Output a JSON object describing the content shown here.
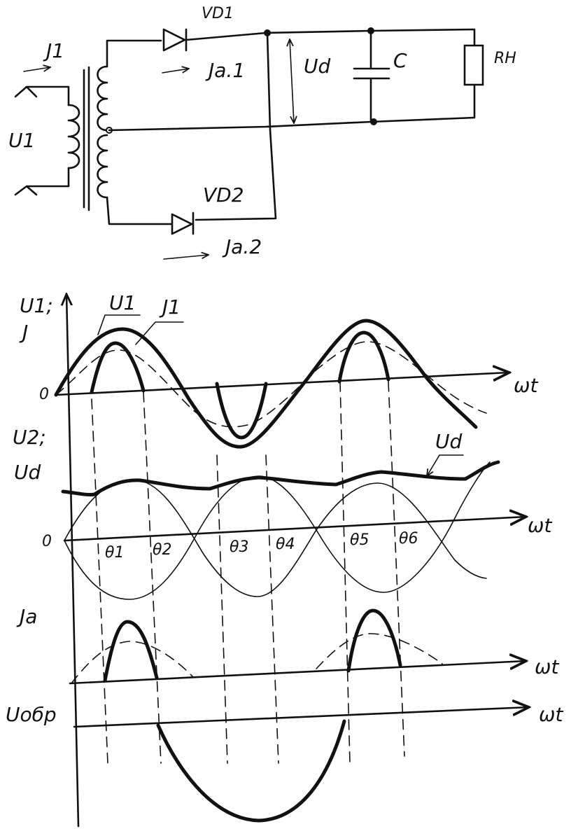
{
  "circuit": {
    "input_current": "J1",
    "input_voltage": "U1",
    "diode_top": "VD1",
    "diode_bottom": "VD2",
    "anode_current_1": "Ja.1",
    "anode_current_2": "Ja.2",
    "output_voltage": "Ud",
    "capacitor": "C",
    "load": "RH"
  },
  "graphs": {
    "panel1": {
      "y_label_line1": "U1;",
      "y_label_line2": "J",
      "origin": "0",
      "x_label": "ωt",
      "curve_label_voltage": "U1",
      "curve_label_current": "J1"
    },
    "panel2": {
      "y_label_line1": "U2;",
      "y_label_line2": "Ud",
      "origin": "0",
      "x_label": "ωt",
      "curve_label": "Ud",
      "thetas": [
        "θ1",
        "θ2",
        "θ3",
        "θ4",
        "θ5",
        "θ6"
      ]
    },
    "panel3": {
      "y_label": "Ja",
      "x_label": "ωt"
    },
    "panel4": {
      "y_label": "Uобр",
      "x_label": "ωt"
    }
  }
}
